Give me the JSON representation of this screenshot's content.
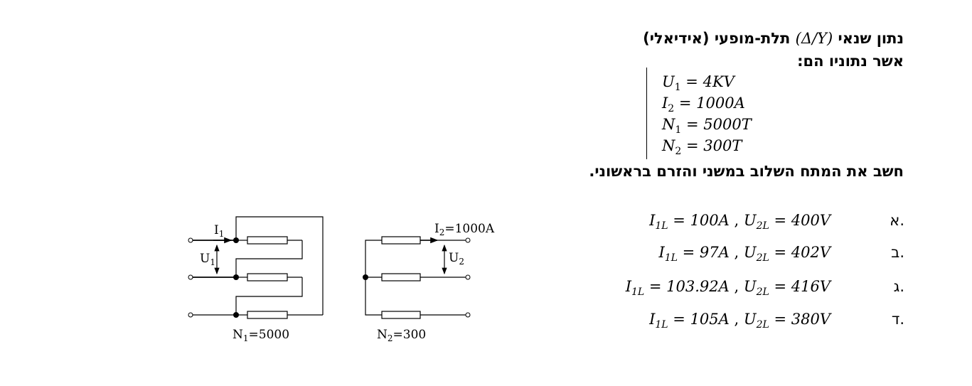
{
  "question": {
    "line1_prefix": "נתון שנאי",
    "line1_symbol": "(Δ/Y)",
    "line1_suffix": "תלת-מופעי (אידיאלי)",
    "line2": "אשר נתוניו הם:",
    "instruction": "חשב את המתח השלוב במשני והזרם בראשוני."
  },
  "givens": [
    {
      "sym": "U",
      "sub": "1",
      "value": "4KV"
    },
    {
      "sym": "I",
      "sub": "2",
      "value": "1000A"
    },
    {
      "sym": "N",
      "sub": "1",
      "value": "5000T"
    },
    {
      "sym": "N",
      "sub": "2",
      "value": "300T"
    }
  ],
  "options": [
    {
      "letter": "א.",
      "i_value": "100A",
      "u_value": "400V"
    },
    {
      "letter": "ב.",
      "i_value": "97A",
      "u_value": "402V"
    },
    {
      "letter": "ג.",
      "i_value": "103.92A",
      "u_value": "416V"
    },
    {
      "letter": "ד.",
      "i_value": "105A",
      "u_value": "380V"
    }
  ],
  "option_labels": {
    "i_sym": "I",
    "i_sub": "1L",
    "u_sym": "U",
    "u_sub": "2L",
    "separator": ","
  },
  "diagram": {
    "i1_label": "I",
    "i1_sub": "1",
    "u1_label": "U",
    "u1_sub": "1",
    "i2_label": "I",
    "i2_sub": "2",
    "i2_value": "=1000A",
    "u2_label": "U",
    "u2_sub": "2",
    "n1_label": "N",
    "n1_sub": "1",
    "n1_value": "=5000",
    "n2_label": "N",
    "n2_sub": "2",
    "n2_value": "=300"
  }
}
